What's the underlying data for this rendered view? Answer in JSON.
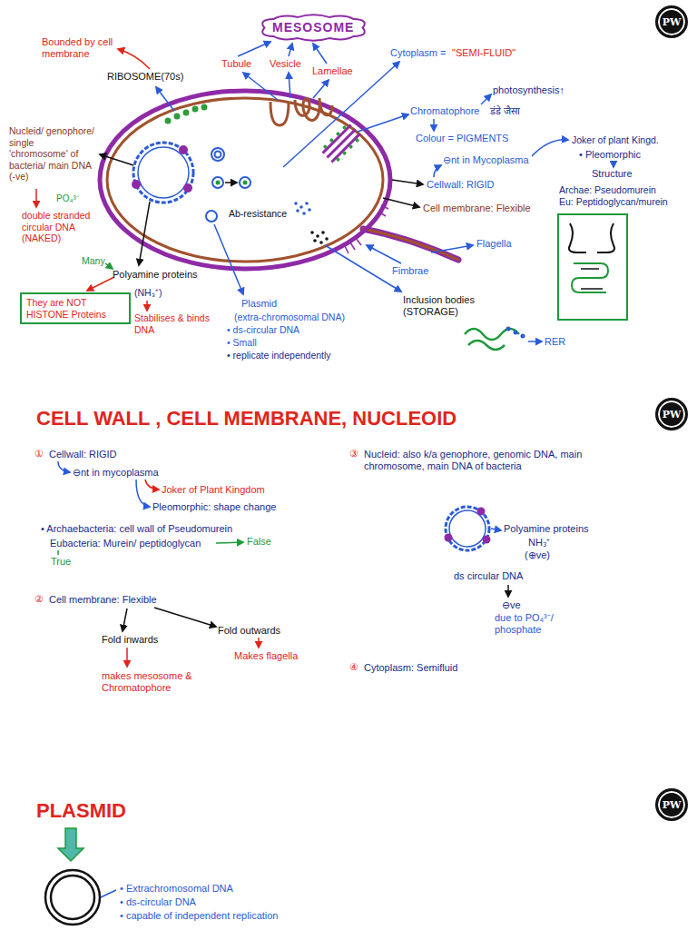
{
  "diagram": {
    "nodes": [
      {
        "text": [
          "MESOSOME"
        ]
      },
      {
        "text": [
          "They are NOT HISTONE Proteins"
        ]
      }
    ],
    "labels": [
      "Bounded by cell membrane",
      "RIBOSOME(70s)",
      "Tubule",
      "Vesicle",
      "Lamellae",
      "Cytoplasm =",
      "\"SEMI-FLUID\"",
      "photosynthesis↑",
      "Chromatophore",
      "डंडे जैसा",
      "Colour = PIGMENTS",
      "Joker of plant Kingd.",
      "⊖nt in Mycoplasma",
      "• Pleomorphic",
      "Structure",
      "Cellwall: RIGID",
      "Archae: Pseudomurein",
      "Eu: Peptidoglycan/murein",
      "Cell membrane: Flexible",
      "Flagella",
      "Fimbrae",
      "Inclusion bodies (STORAGE)",
      "RER",
      "Ab-resistance",
      "Plasmid",
      "(extra-chromosomal DNA)",
      "• ds-circular DNA",
      "• Small",
      "• replicate independently",
      "Nucleid/ genophore/ single 'chromosome' of bacteria/ main DNA (-ve)",
      "PO₄³⁻",
      "double stranded circular DNA (NAKED)",
      "Many",
      "Polyamine proteins",
      "(NH₃⁺)",
      "Stabilises & binds DNA",
      "CELL WALL , CELL MEMBRANE, NUCLEOID",
      "①",
      "Cellwall: RIGID",
      "⊖nt in mycoplasma",
      "Joker of Plant Kingdom",
      "Pleomorphic: shape change",
      "• Archaebacteria: cell wall of Pseudomurein",
      "Eubacteria: Murein/ peptidoglycan",
      "False",
      "True",
      "②",
      "Cell membrane: Flexible",
      "Fold inwards",
      "Fold outwards",
      "makes mesosome & Chromatophore",
      "Makes flagella",
      "③",
      "Nucleid: also k/a genophore, genomic DNA, main chromosome, main DNA of bacteria",
      "Polyamine proteins",
      "NH₃⁺",
      "(⊕ve)",
      "ds circular DNA",
      "⊖ve",
      "due to PO₄³⁻/ phosphate",
      "④",
      "Cytoplasm: Semifluid",
      "PLASMID",
      "• Extrachromosomal DNA",
      "• ds-circular DNA",
      "• capable of independent replication",
      "PW",
      "PW",
      "PW"
    ]
  }
}
